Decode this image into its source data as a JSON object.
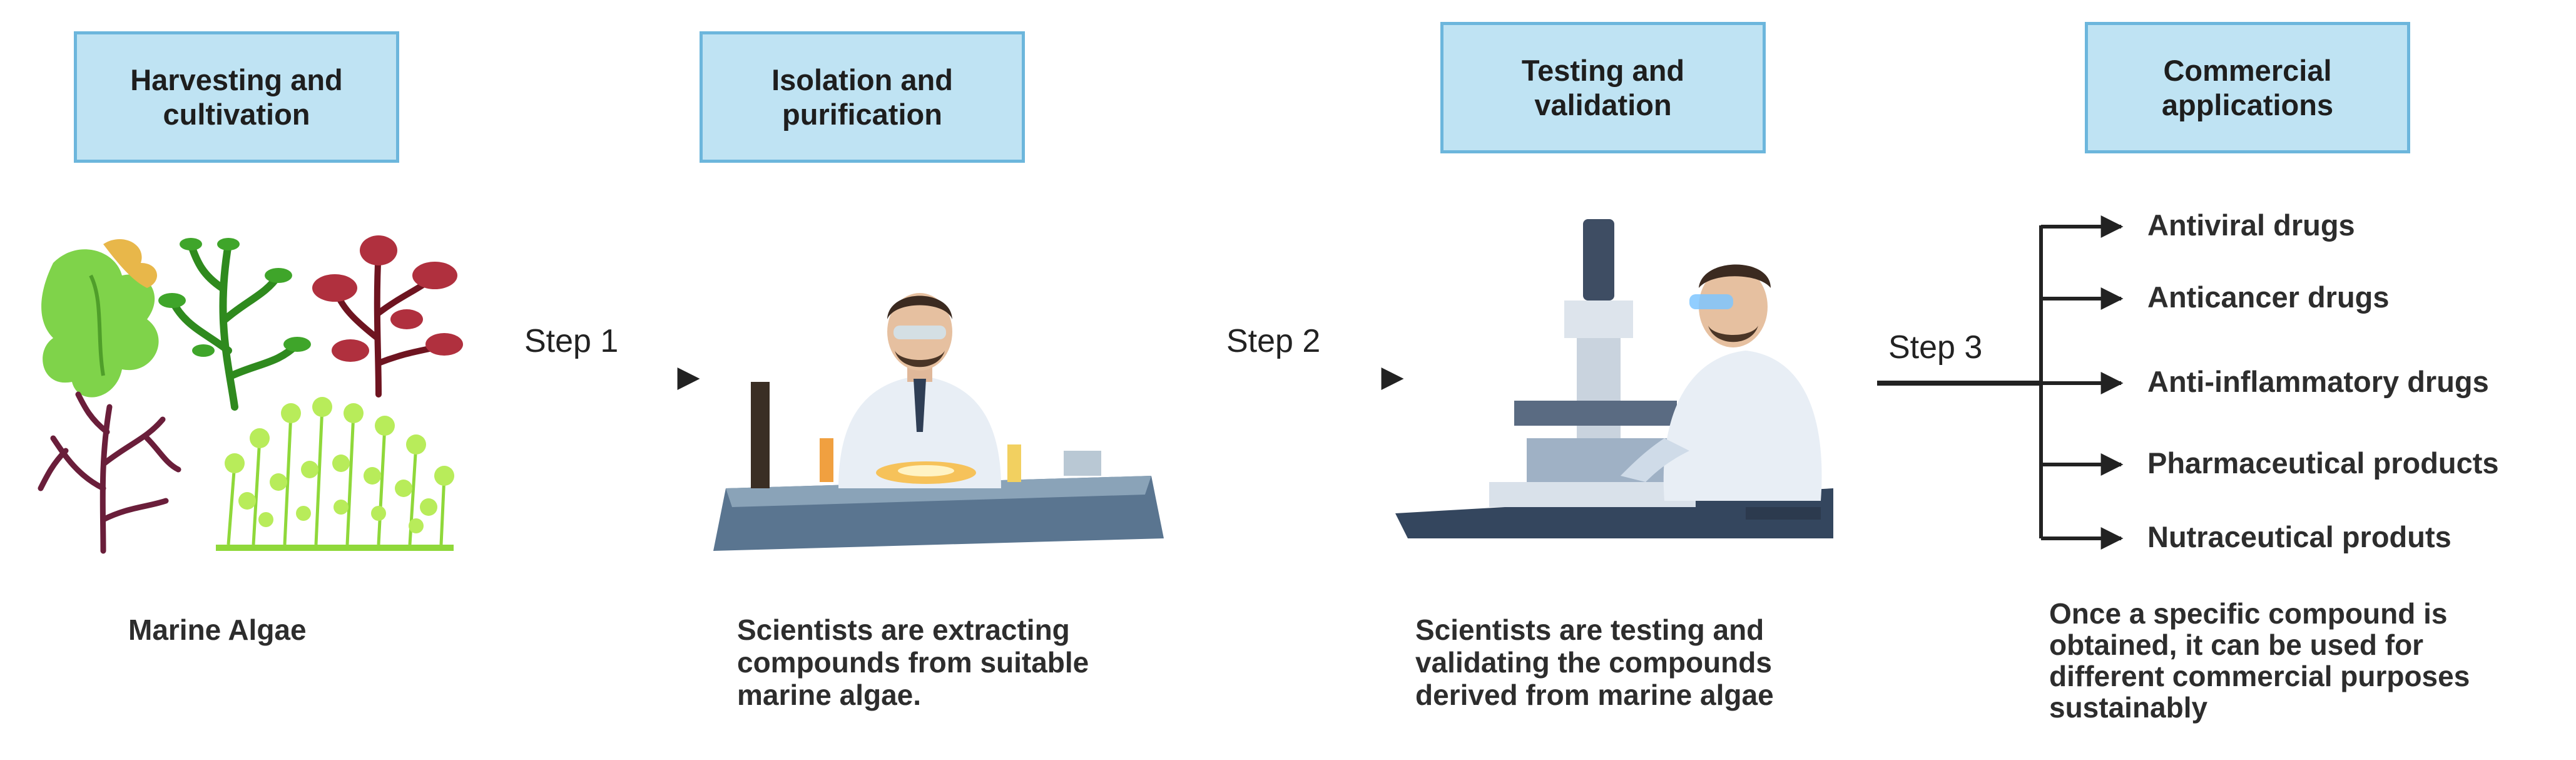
{
  "stages": [
    {
      "title": "Harvesting and\ncultivation"
    },
    {
      "title": "Isolation and\npurification"
    },
    {
      "title": "Testing and\nvalidation"
    },
    {
      "title": "Commercial\napplications"
    }
  ],
  "steps": [
    "Step 1",
    "Step 2",
    "Step 3"
  ],
  "captions": {
    "algae": "Marine Algae",
    "extracting": "Scientists are extracting\ncompounds from suitable\nmarine algae.",
    "testing": "Scientists are testing and\n validating the compounds\nderived from marine algae",
    "commercial": "Once a specific compound is\nobtained, it can be used for\ndifferent commercial purposes\nsustainably"
  },
  "applications": [
    "Antiviral drugs",
    "Anticancer drugs",
    "Anti-inflammatory drugs",
    "Pharmaceutical products",
    "Nutraceutical produts"
  ],
  "colors": {
    "box_fill": "#bfe3f3",
    "box_border": "#6cb6dc",
    "arrow": "#222222",
    "algae_green": "#7fd34a",
    "algae_red": "#b0303e",
    "algae_purple": "#6a1e3a",
    "lab_coat": "#e8eef5"
  }
}
